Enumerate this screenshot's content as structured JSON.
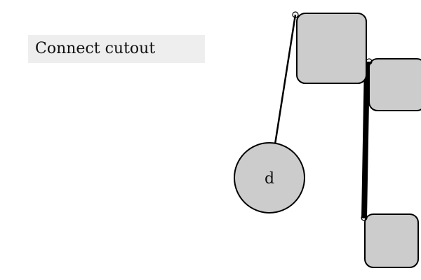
{
  "task": {
    "instruction": "Connect cutout"
  },
  "nodes": [
    {
      "id": "box-1",
      "shape": "rounded-rect",
      "label": ""
    },
    {
      "id": "box-2",
      "shape": "rounded-rect",
      "label": ""
    },
    {
      "id": "circle-d",
      "shape": "circle",
      "label": "d"
    },
    {
      "id": "box-3",
      "shape": "rounded-rect",
      "label": ""
    }
  ],
  "colors": {
    "node_fill": "#cccccc",
    "node_stroke": "#000000",
    "label_background": "#eeeeee"
  }
}
